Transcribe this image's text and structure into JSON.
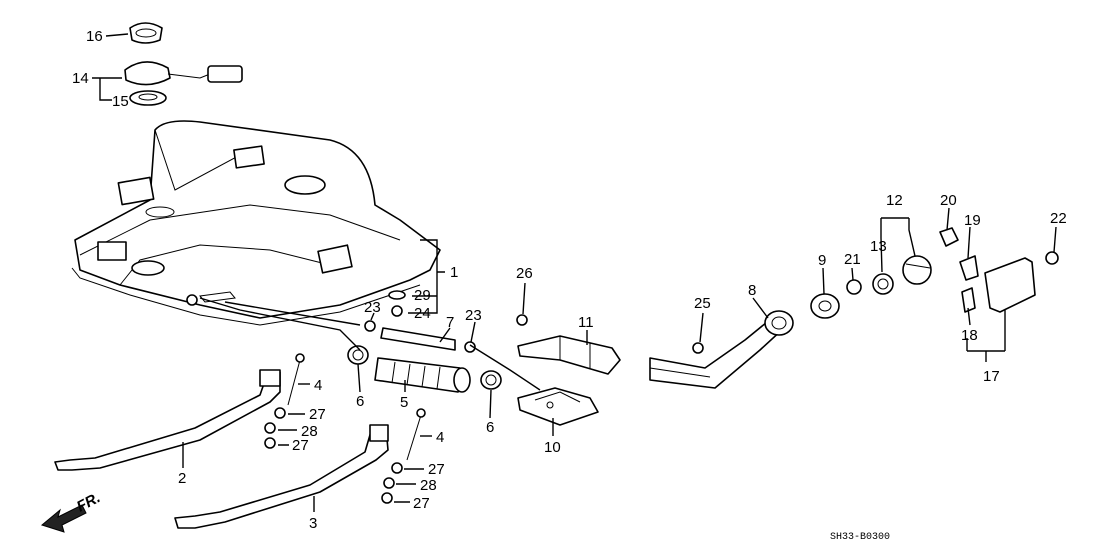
{
  "callouts": {
    "c1": "1",
    "c2": "2",
    "c3": "3",
    "c4a": "4",
    "c4b": "4",
    "c5": "5",
    "c6a": "6",
    "c6b": "6",
    "c7": "7",
    "c8": "8",
    "c9": "9",
    "c10": "10",
    "c11": "11",
    "c12": "12",
    "c13": "13",
    "c14": "14",
    "c15": "15",
    "c16": "16",
    "c17": "17",
    "c18": "18",
    "c19": "19",
    "c20": "20",
    "c21": "21",
    "c22": "22",
    "c23a": "23",
    "c23b": "23",
    "c24": "24",
    "c25": "25",
    "c26": "26",
    "c27a": "27",
    "c27b": "27",
    "c27c": "27",
    "c27d": "27",
    "c28a": "28",
    "c28b": "28",
    "c29": "29"
  },
  "front_label": "FR.",
  "diagram_code": "SH33-B0300"
}
